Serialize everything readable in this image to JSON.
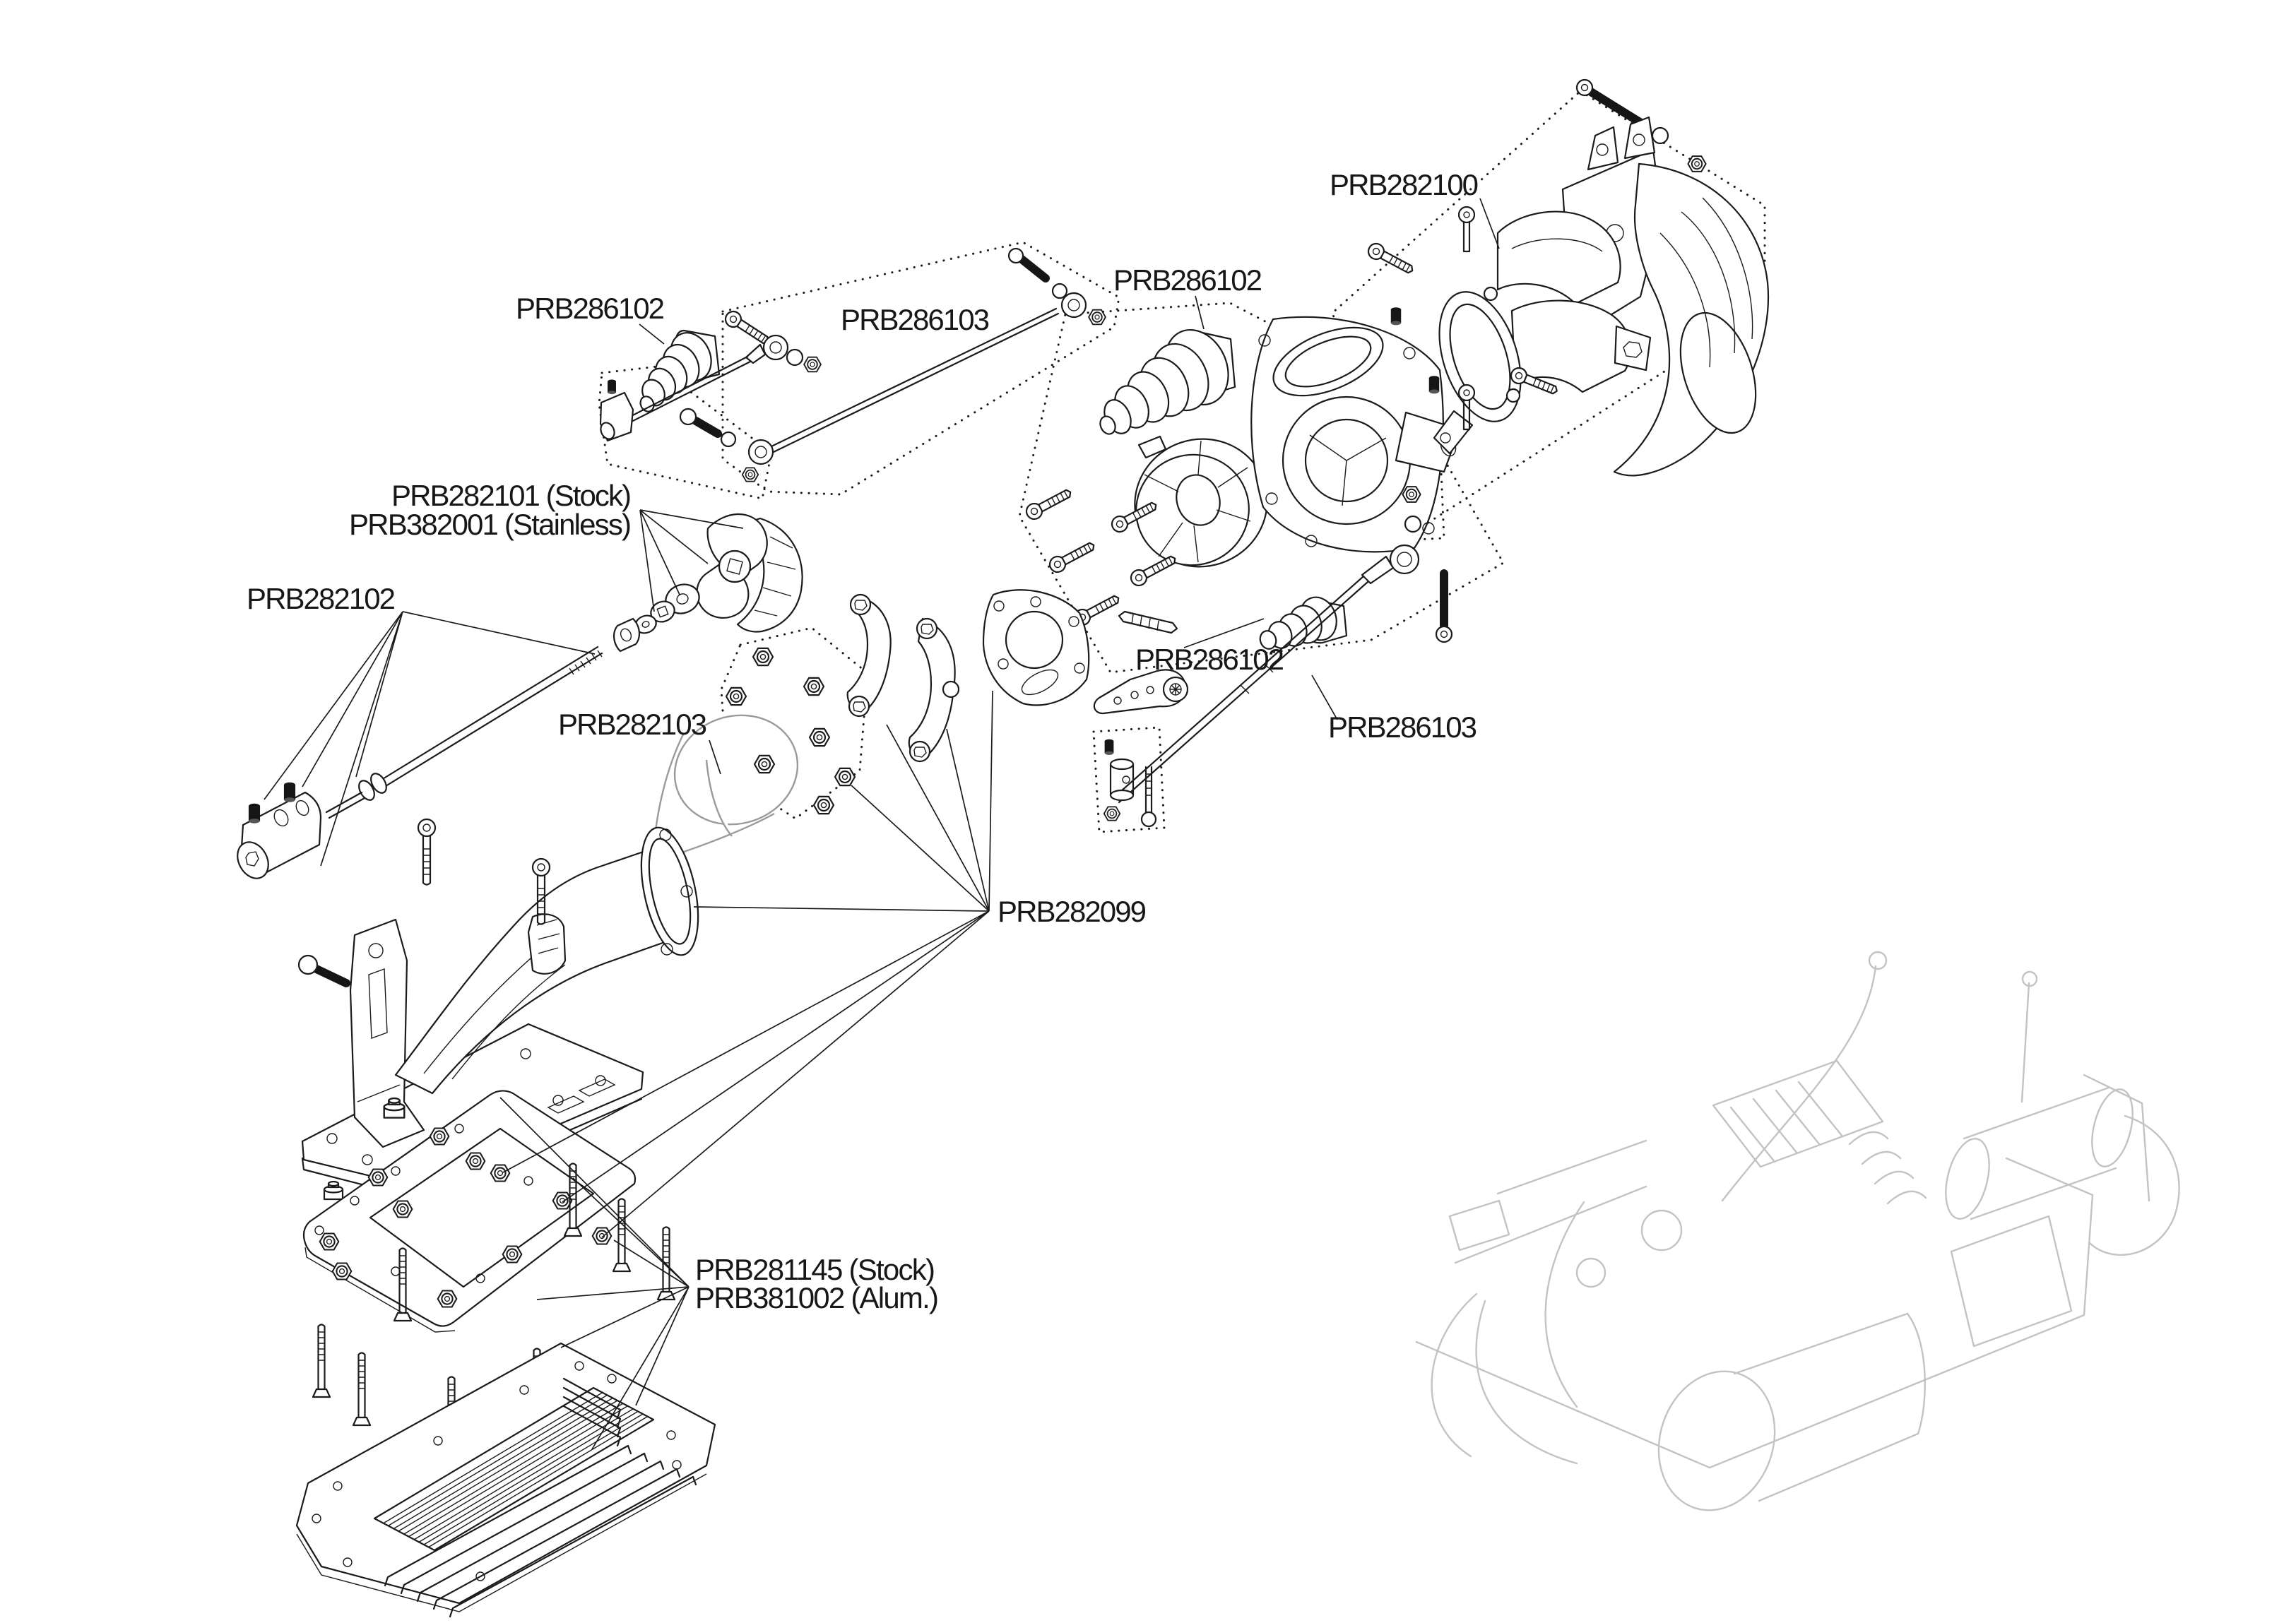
{
  "colors": {
    "background": "#ffffff",
    "line": "#1b1b1b",
    "ghost_reference": "#c3c3c3",
    "light_part": "#9a9a9a"
  },
  "labels": {
    "nozzle_group": "PRB282100",
    "bellows_upper_left": "PRB286102",
    "pushrod_upper": "PRB286103",
    "bellows_center": "PRB286102",
    "impeller_line1": "PRB282101 (Stock)",
    "impeller_line2": "PRB382001 (Stainless)",
    "shaft_group": "PRB282102",
    "intake_cone": "PRB282103",
    "bellows_right": "PRB286102",
    "steering_rod": "PRB286103",
    "pump_group": "PRB282099",
    "ride_plate_line1": "PRB281145 (Stock)",
    "ride_plate_line2": "PRB381002 (Alum.)"
  }
}
